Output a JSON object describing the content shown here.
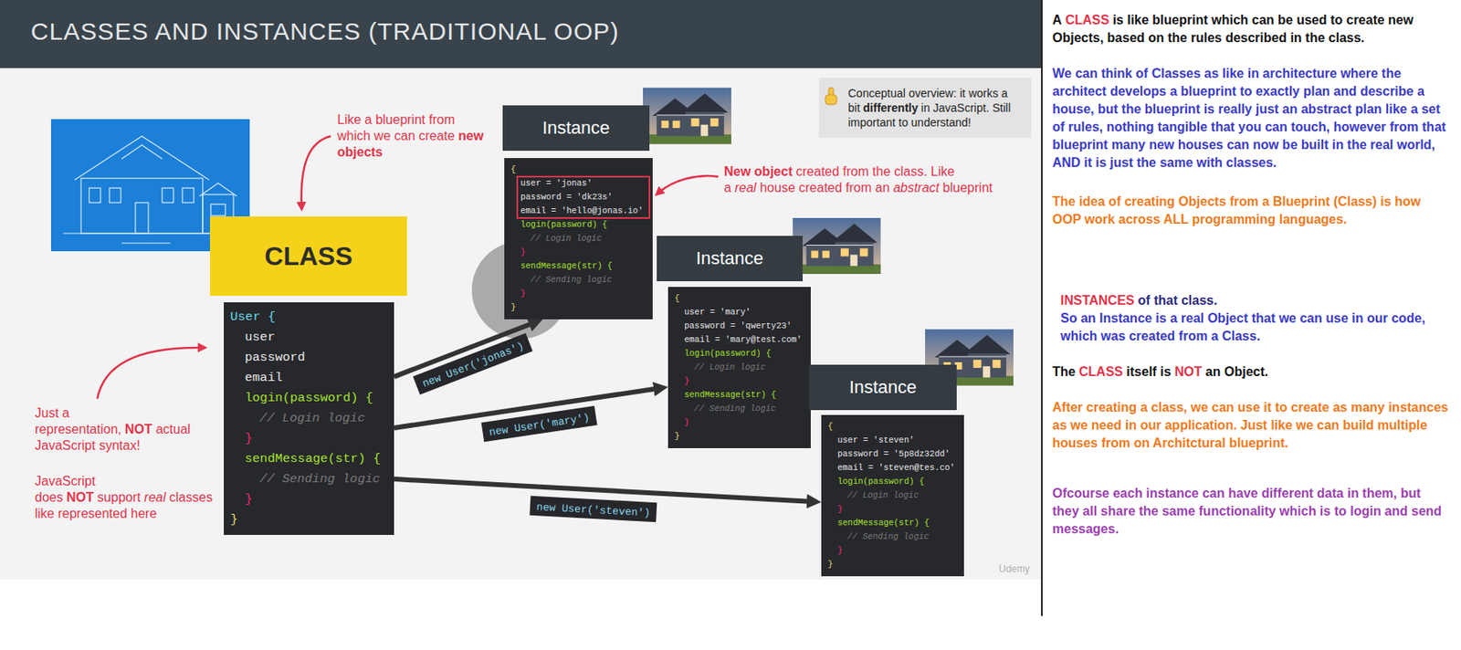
{
  "diagram": {
    "title": "CLASSES AND INSTANCES (TRADITIONAL OOP)",
    "nodes": [
      {
        "text": [
          "CLASS"
        ]
      },
      {
        "text": [
          "User {",
          "user",
          "password",
          "email",
          "login(password) {",
          "// Login logic",
          "}",
          "sendMessage(str) {",
          "// Sending logic",
          "}",
          "}"
        ]
      },
      {
        "text": [
          "Instance"
        ]
      },
      {
        "text": [
          "{",
          "user = 'jonas'",
          "password = 'dk23s'",
          "email = 'hello@jonas.io'",
          "login(password) {",
          "// Login logic",
          "}",
          "sendMessage(str) {",
          "// Sending logic",
          "}",
          "}"
        ]
      },
      {
        "text": [
          "Instance"
        ]
      },
      {
        "text": [
          "{",
          "user = 'mary'",
          "password = 'qwerty23'",
          "email = 'mary@test.com'",
          "login(password) {",
          "// Login logic",
          "}",
          "sendMessage(str) {",
          "// Sending logic",
          "}",
          "}"
        ]
      },
      {
        "text": [
          "Instance"
        ]
      },
      {
        "text": [
          "{",
          "user = 'steven'",
          "password = '5p8dz32dd'",
          "email = 'steven@tes.co'",
          "login(password) {",
          "// Login logic",
          "}",
          "sendMessage(str) {",
          "// Sending logic",
          "}",
          "}"
        ]
      },
      {
        "text": [
          "Conceptual overview: it works a bit",
          "differently",
          "in JavaScript. Still important to understand!"
        ]
      }
    ],
    "edges": [
      {
        "from": 1,
        "to": 3,
        "label": "new User('jonas')",
        "arrow": "to"
      },
      {
        "from": 1,
        "to": 5,
        "label": "new User('mary')",
        "arrow": "to"
      },
      {
        "from": 1,
        "to": 7,
        "label": "new User('steven')",
        "arrow": "to"
      }
    ],
    "labels": [
      "Like a blueprint from which we can create",
      "new objects",
      "Just a representation,",
      "NOT",
      "actual JavaScript syntax!",
      "JavaScript does",
      "NOT",
      "support",
      "real",
      "classes like represented here",
      "New object",
      "created from the class. Like a",
      "real",
      "house created from an",
      "abstract",
      "blueprint",
      "Udemy",
      "A",
      "CLASS",
      "is like blueprint which can be used to create new Objects, based on the rules described in the class.",
      "We can think of Classes as like in architecture where the architect develops a blueprint to exactly plan and describe a house, but the blueprint is really just an abstract plan like a set of rules, nothing tangible that you can touch, however from that blueprint many new houses can now be built in the real world, AND it is just the same with classes.",
      "The idea of creating Objects from a Blueprint (Class) is how OOP work across ALL programming languages.",
      "INSTANCES",
      "of that class.",
      "So an Instance is a real Object that we can use in our code, which was created from a Class.",
      "The",
      "CLASS",
      "itself is",
      "NOT",
      "an Object.",
      "After creating a class, we can use it to create as many instances as we need in our application. Just like we can build multiple houses from on Architctural blueprint.",
      "Ofcourse each instance can have different data in them, but they all share the same functionality which is to login and send messages."
    ]
  }
}
